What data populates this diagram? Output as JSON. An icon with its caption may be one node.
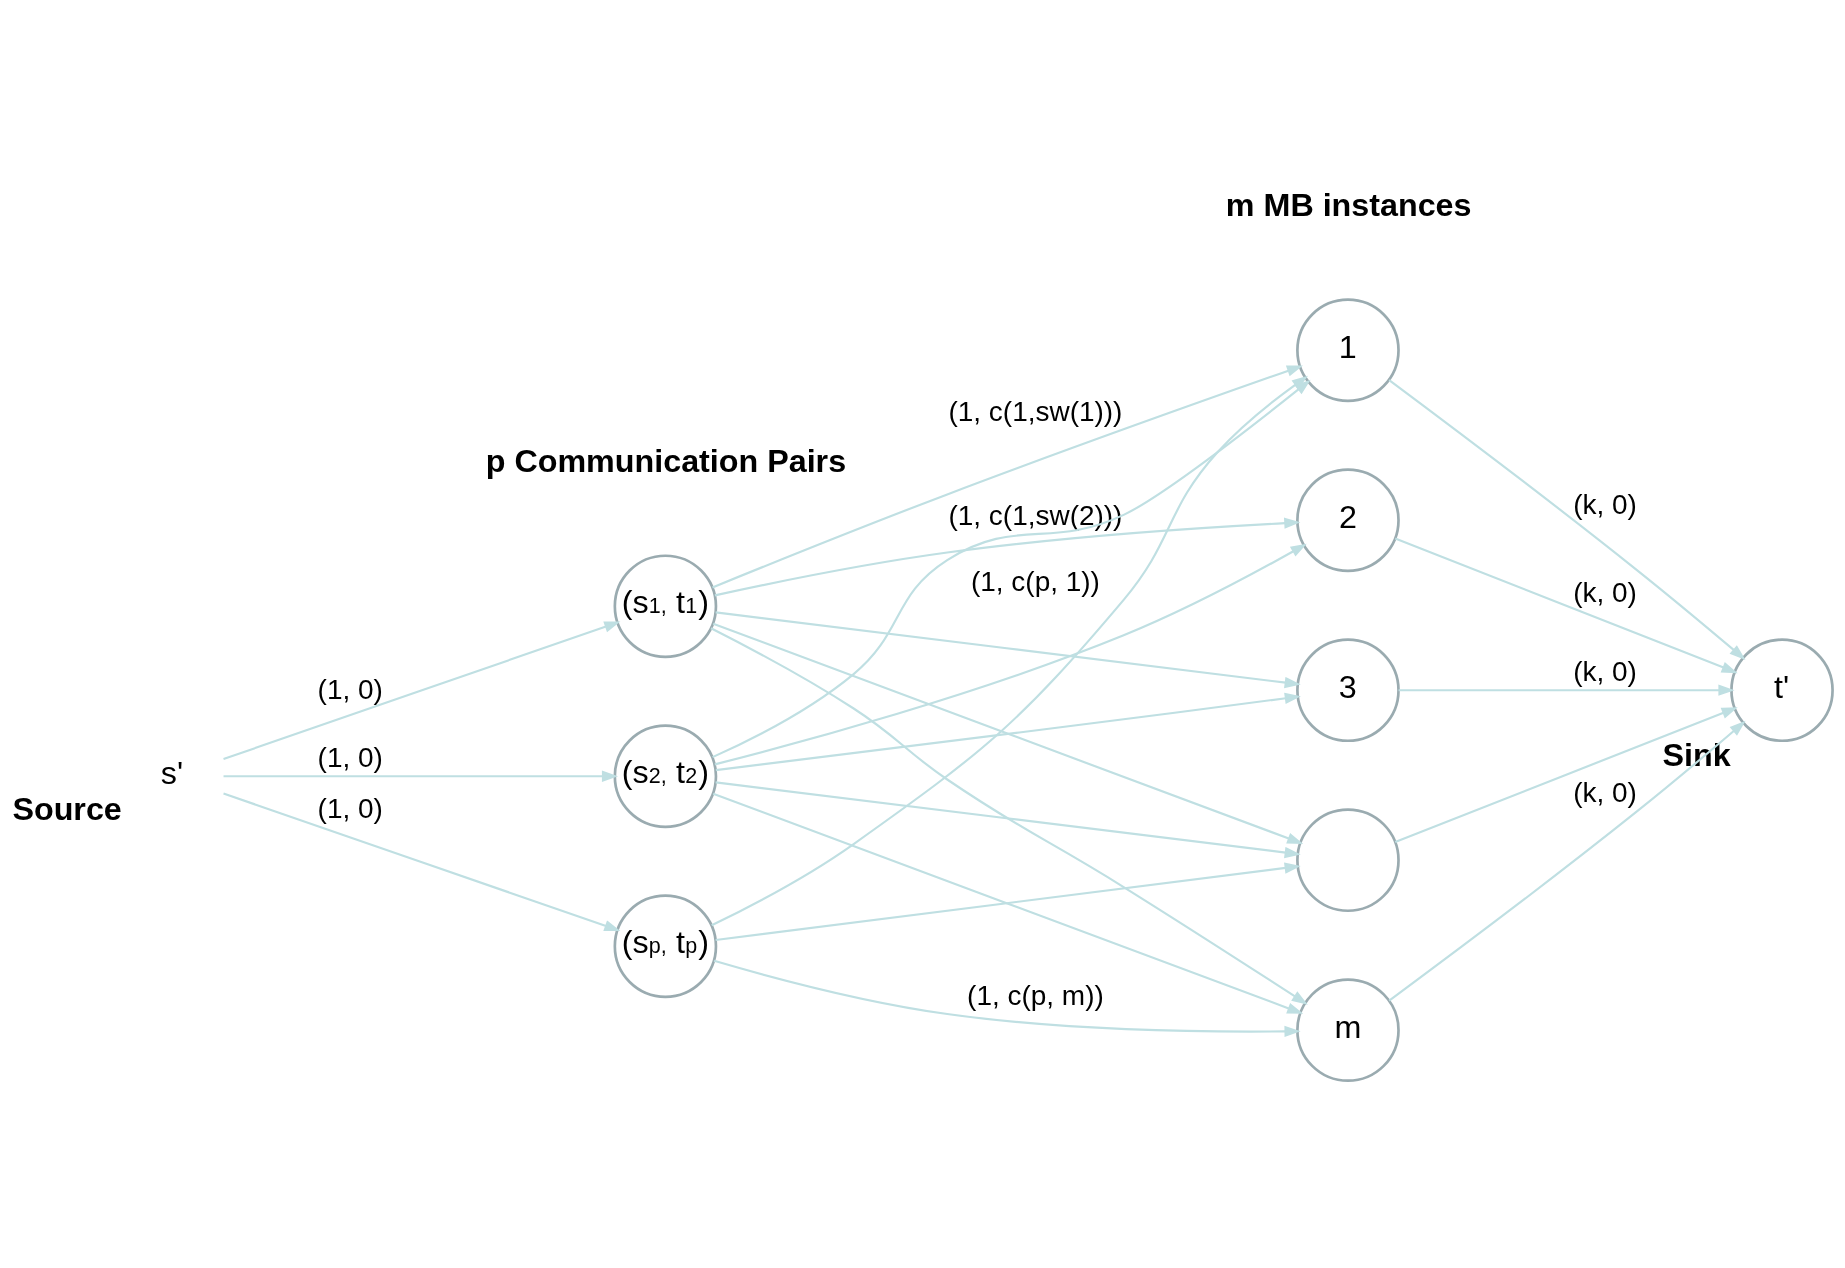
{
  "diagram": {
    "nodes": [
      {
        "text": [
          "s'"
        ],
        "beside": [
          "Source"
        ]
      },
      {
        "text": [
          "(s$_{1,}$ t$_{1}$)"
        ]
      },
      {
        "text": [
          "(s$_{2,}$ t$_{2}$)"
        ]
      },
      {
        "text": [
          "(s$_{p,}$ t$_{p}$)"
        ]
      },
      {
        "text": [
          "1"
        ]
      },
      {
        "text": [
          "2"
        ]
      },
      {
        "text": [
          "3"
        ]
      },
      {
        "text": [],
        "shape": "circle"
      },
      {
        "text": [
          "m"
        ]
      },
      {
        "text": [
          "t'"
        ],
        "beside": [
          "Sink"
        ]
      }
    ],
    "edges": [
      {
        "from": 0,
        "to": 1,
        "arrow": "to",
        "label": "(1, 0)"
      },
      {
        "from": 0,
        "to": 2,
        "arrow": "to",
        "label": "(1, 0)"
      },
      {
        "from": 0,
        "to": 3,
        "arrow": "to",
        "label": "(1, 0)"
      },
      {
        "from": 1,
        "to": 4,
        "arrow": "to",
        "label": "(1, c(1,sw(1)))"
      },
      {
        "from": 1,
        "to": 5,
        "arrow": "to",
        "label": "(1, c(1,sw(2)))"
      },
      {
        "from": 1,
        "to": 6,
        "arrow": "to"
      },
      {
        "from": 1,
        "to": 7,
        "arrow": "to"
      },
      {
        "from": 1,
        "to": 8,
        "arrow": "to"
      },
      {
        "from": 2,
        "to": 4,
        "arrow": "to"
      },
      {
        "from": 2,
        "to": 5,
        "arrow": "to"
      },
      {
        "from": 2,
        "to": 6,
        "arrow": "to"
      },
      {
        "from": 2,
        "to": 7,
        "arrow": "to"
      },
      {
        "from": 2,
        "to": 8,
        "arrow": "to"
      },
      {
        "from": 3,
        "to": 4,
        "arrow": "to",
        "label": "(1, c(p, 1))"
      },
      {
        "from": 3,
        "to": 7,
        "arrow": "to"
      },
      {
        "from": 3,
        "to": 8,
        "arrow": "to",
        "label": "(1, c(p, m))"
      },
      {
        "from": 4,
        "to": 9,
        "arrow": "to",
        "label": "(k, 0)"
      },
      {
        "from": 5,
        "to": 9,
        "arrow": "to",
        "label": "(k, 0)"
      },
      {
        "from": 6,
        "to": 9,
        "arrow": "to",
        "label": "(k, 0)"
      },
      {
        "from": 7,
        "to": 9,
        "arrow": "to"
      },
      {
        "from": 8,
        "to": 9,
        "arrow": "to",
        "label": "(k, 0)"
      }
    ],
    "labels": [
      "p Communication Pairs",
      "m MB instances"
    ]
  }
}
